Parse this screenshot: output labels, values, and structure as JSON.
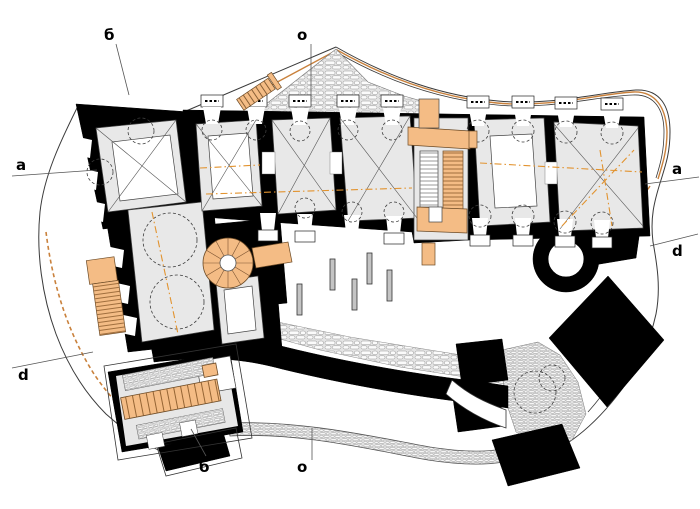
{
  "drawing": {
    "kind_label": "",
    "colors": {
      "wall": "#000000",
      "room_fill": "#e8e8e8",
      "inner_white": "#ffffff",
      "stair_orange": "#f4bc85",
      "stair_stroke": "#7c542c",
      "route_orange": "#c9813c",
      "dashdot_orange": "#e2932f",
      "stone_bg": "#e9e9e9",
      "terrain_line": "#3a3a3a",
      "bar_grey": "#c4c4c4"
    }
  },
  "markers": {
    "top_b": {
      "label": "б"
    },
    "top_o": {
      "label": "o"
    },
    "left_a": {
      "label": "a"
    },
    "right_a": {
      "label": "a"
    },
    "left_d": {
      "label": "d"
    },
    "right_d": {
      "label": "d"
    },
    "bottom_b": {
      "label": "б"
    },
    "bottom_o": {
      "label": "o"
    }
  }
}
